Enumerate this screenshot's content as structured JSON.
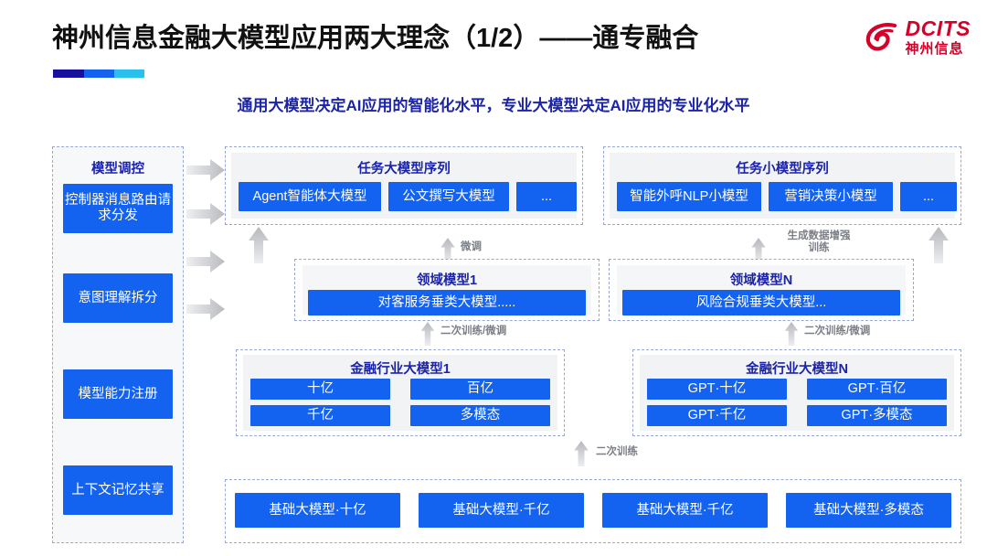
{
  "header": {
    "title": "神州信息金融大模型应用两大理念（1/2）——通专融合",
    "subtitle": "通用大模型决定AI应用的智能化水平，专业大模型决定AI应用的专业化水平",
    "logo": {
      "en": "DCITS",
      "cn": "神州信息",
      "color": "#d6002a"
    },
    "accent_colors": [
      "#16109c",
      "#1463f0",
      "#29c0ee"
    ]
  },
  "colors": {
    "box_blue": "#1463f0",
    "heading_blue": "#1b23a8",
    "panel_grey": "#f2f3f5",
    "arrow_grey": "#c7c9cc",
    "label_grey": "#7b7f86",
    "dashed_border": "#9aa8d6"
  },
  "left_rail": {
    "title": "模型调控",
    "items": [
      {
        "label": "控制器消息路由请求分发"
      },
      {
        "label": "意图理解拆分"
      },
      {
        "label": "模型能力注册"
      },
      {
        "label": "上下文记忆共享"
      }
    ]
  },
  "task_sequences": [
    {
      "title": "任务大模型序列",
      "items": [
        "Agent智能体大模型",
        "公文撰写大模型",
        "..."
      ]
    },
    {
      "title": "任务小模型序列",
      "items": [
        "智能外呼NLP小模型",
        "营销决策小模型",
        "..."
      ]
    }
  ],
  "domain_models": [
    {
      "title": "领域模型1",
      "item": "对客服务垂类大模型....."
    },
    {
      "title": "领域模型N",
      "item": "风险合规垂类大模型..."
    }
  ],
  "industry_models": [
    {
      "title": "金融行业大模型1",
      "items": [
        "十亿",
        "百亿",
        "千亿",
        "多模态"
      ]
    },
    {
      "title": "金融行业大模型N",
      "items": [
        "GPT·十亿",
        "GPT·百亿",
        "GPT·千亿",
        "GPT·多模态"
      ]
    }
  ],
  "base_models": [
    "基础大模型·十亿",
    "基础大模型·千亿",
    "基础大模型·千亿",
    "基础大模型·多模态"
  ],
  "flow_labels": {
    "fine_tune": "微调",
    "data_augment": "生成数据增强\n训练",
    "retrain_finetune_left": "二次训练/微调",
    "retrain_finetune_right": "二次训练/微调",
    "retrain": "二次训练"
  }
}
